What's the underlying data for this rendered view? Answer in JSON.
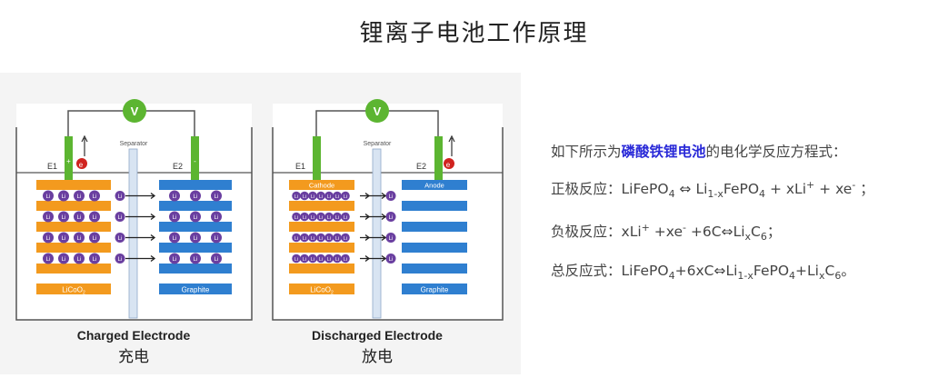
{
  "title": "锂离子电池工作原理",
  "diagram": {
    "left": {
      "caption_en": "Charged Electrode",
      "caption_zh": "充电",
      "voltmeter": "V",
      "e1": "E1",
      "e2": "E2",
      "electron": "e",
      "separator": "Separator",
      "cathode_label": "LiCoO",
      "cathode_sub": "2",
      "anode_label": "Graphite",
      "ion": "Li",
      "plus": "+",
      "minus": "-"
    },
    "right": {
      "caption_en": "Discharged Electrode",
      "caption_zh": "放电",
      "voltmeter": "V",
      "e1": "E1",
      "e2": "E2",
      "electron": "e",
      "separator": "Separator",
      "cathode_top": "Cathode",
      "anode_top": "Anode",
      "cathode_label": "LiCoO",
      "cathode_sub": "2",
      "anode_label": "Graphite",
      "ion": "Li"
    }
  },
  "equations": {
    "intro_a": "如下所示为",
    "intro_b": "磷酸铁锂电池",
    "intro_c": "的电化学反应方程式：",
    "pos_label": "正极反应：",
    "neg_label": "负极反应：",
    "total_label": "总反应式："
  },
  "colors": {
    "orange": "#f39a1e",
    "blue": "#2f7fd0",
    "green": "#5cb531",
    "purple": "#6a3fa0",
    "red": "#d0231f",
    "highlight": "#2a2ad8"
  }
}
